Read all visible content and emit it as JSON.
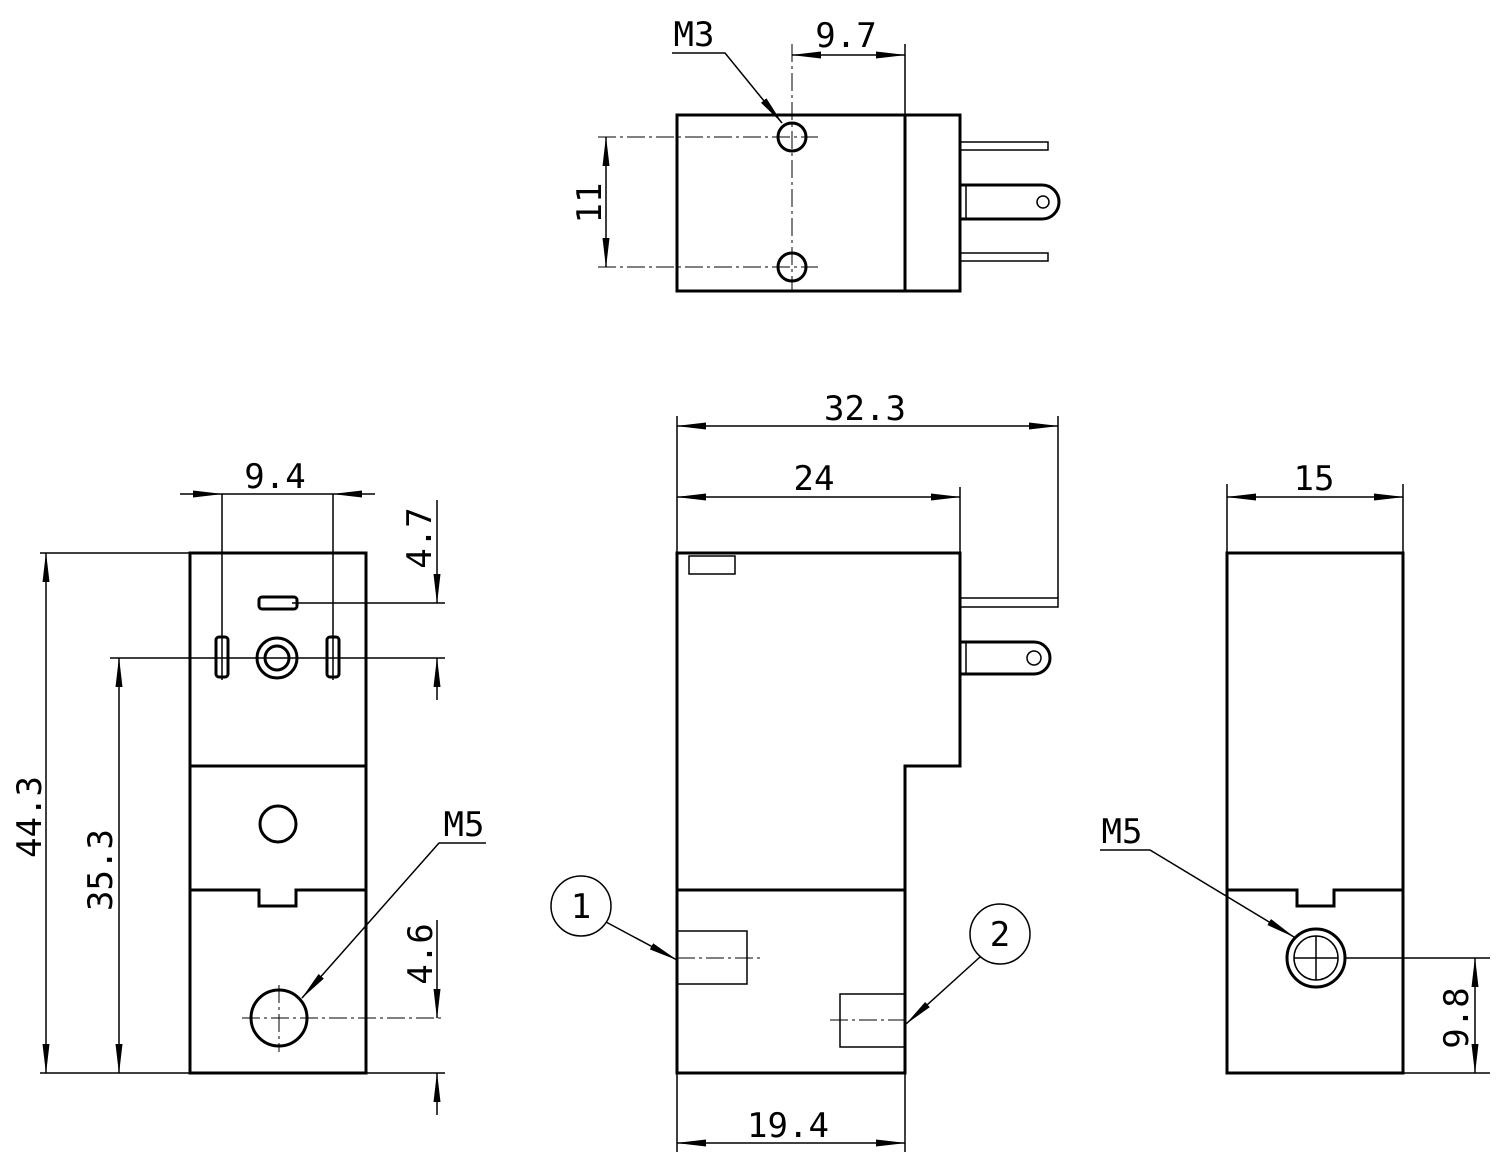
{
  "top_view": {
    "thread_label": "M3",
    "dim_hole_offset": "9.7",
    "dim_hole_spacing": "11"
  },
  "front_view": {
    "dim_pin_spacing": "9.4",
    "dim_pin_to_top": "4.7",
    "dim_overall_height": "44.3",
    "dim_pin_height": "35.3",
    "port_thread": "M5",
    "dim_port_to_bottom": "4.6"
  },
  "side_view": {
    "dim_overall_length": "32.3",
    "dim_body_length": "24",
    "dim_base_length": "19.4",
    "port_1": "1",
    "port_2": "2"
  },
  "rear_view": {
    "dim_width": "15",
    "port_thread": "M5",
    "dim_port_height": "9.8"
  }
}
